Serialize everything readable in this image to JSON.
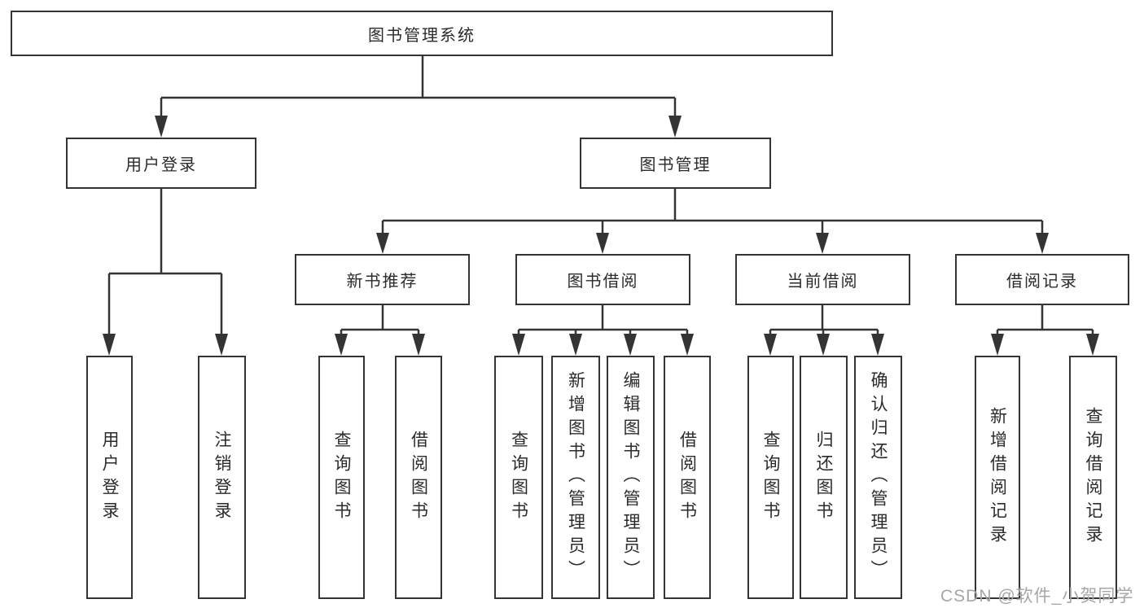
{
  "tree": {
    "label": "图书管理系统",
    "children": [
      {
        "label": "用户登录",
        "children": [
          {
            "label": "用户登录"
          },
          {
            "label": "注销登录"
          }
        ]
      },
      {
        "label": "图书管理",
        "children": [
          {
            "label": "新书推荐",
            "children": [
              {
                "label": "查询图书"
              },
              {
                "label": "借阅图书"
              }
            ]
          },
          {
            "label": "图书借阅",
            "children": [
              {
                "label": "查询图书"
              },
              {
                "label": "新增图书（管理员）"
              },
              {
                "label": "编辑图书（管理员）"
              },
              {
                "label": "借阅图书"
              }
            ]
          },
          {
            "label": "当前借阅",
            "children": [
              {
                "label": "查询图书"
              },
              {
                "label": "归还图书"
              },
              {
                "label": "确认归还（管理员）"
              }
            ]
          },
          {
            "label": "借阅记录",
            "children": [
              {
                "label": "新增借阅记录"
              },
              {
                "label": "查询借阅记录"
              }
            ]
          }
        ]
      }
    ]
  },
  "watermark": "CSDN @软件_小贺同学",
  "colors": {
    "line": "#343434",
    "text": "#2b2b2b",
    "watermark": "#a6a6a6",
    "background": "#ffffff"
  }
}
